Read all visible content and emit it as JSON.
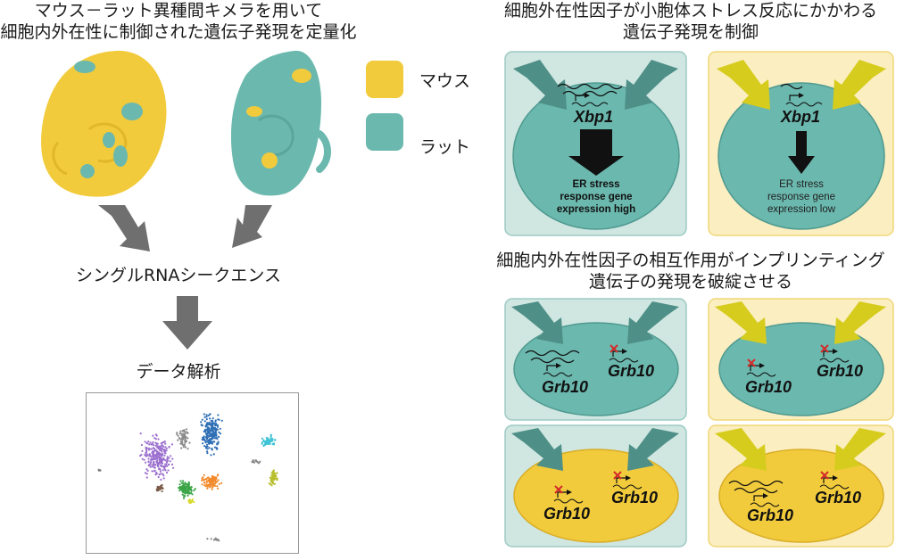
{
  "left": {
    "title_line1": "マウス－ラット異種間キメラを用いて",
    "title_line2": "細胞内外在性に制御された遺伝子発現を定量化",
    "legend": [
      {
        "label": "マウス",
        "color": "#f2cb3c"
      },
      {
        "label": "ラット",
        "color": "#6bb8ae"
      }
    ],
    "step1": "シングルRNAシークエンス",
    "step2": "データ解析"
  },
  "right_top": {
    "title_line1": "細胞外在性因子が小胞体ストレス反応にかかわる",
    "title_line2": "遺伝子発現を制御",
    "panels": [
      {
        "gene": "Xbp1",
        "line1": "ER stress",
        "line2": "response gene",
        "line3": "expression high"
      },
      {
        "gene": "Xbp1",
        "line1": "ER stress",
        "line2": "response gene",
        "line3": "expression low"
      }
    ]
  },
  "right_bottom": {
    "title_line1": "細胞内外在性因子の相互作用がインプリンティング",
    "title_line2": "遺伝子の発現を破綻させる",
    "gene": "Grb10"
  },
  "colors": {
    "mouse": "#f2cb3c",
    "rat": "#6bb8ae",
    "rat_panel_bg": "#cfe6e1",
    "mouse_panel_bg": "#fbeec0",
    "arrow_teal": "#4e8f87",
    "arrow_yellow": "#d6cc1e",
    "process_arrow": "#6f6f6f"
  }
}
